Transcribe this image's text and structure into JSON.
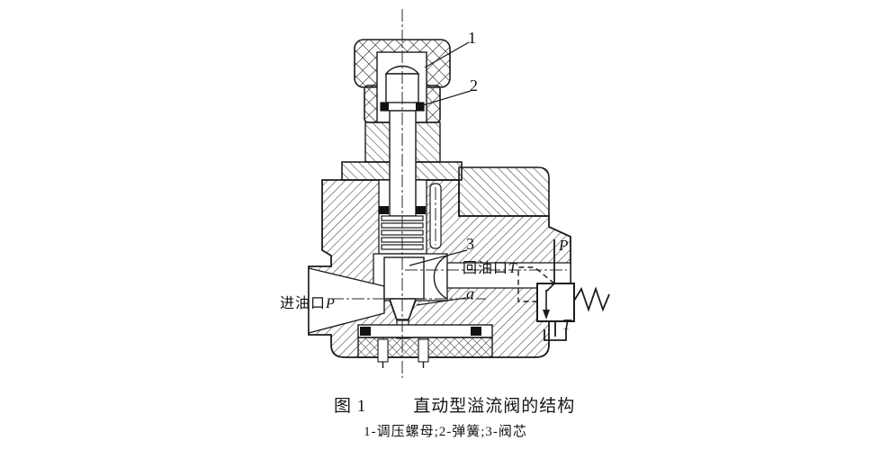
{
  "colors": {
    "ink": "#1b1b1b",
    "paper": "#ffffff"
  },
  "drawing": {
    "callout_1": "1",
    "callout_2": "2",
    "callout_3": "3",
    "callout_a": "a",
    "return_port_label": "回油口",
    "return_port_symbol": "T",
    "inlet_port_label": "进油口",
    "inlet_port_symbol": "P"
  },
  "symbol": {
    "pressure_label": "P",
    "tank_label": "T"
  },
  "caption": {
    "figure_number": "图 1",
    "title": "直动型溢流阀的结构",
    "legend": "1-调压螺母;2-弹簧;3-阀芯"
  }
}
